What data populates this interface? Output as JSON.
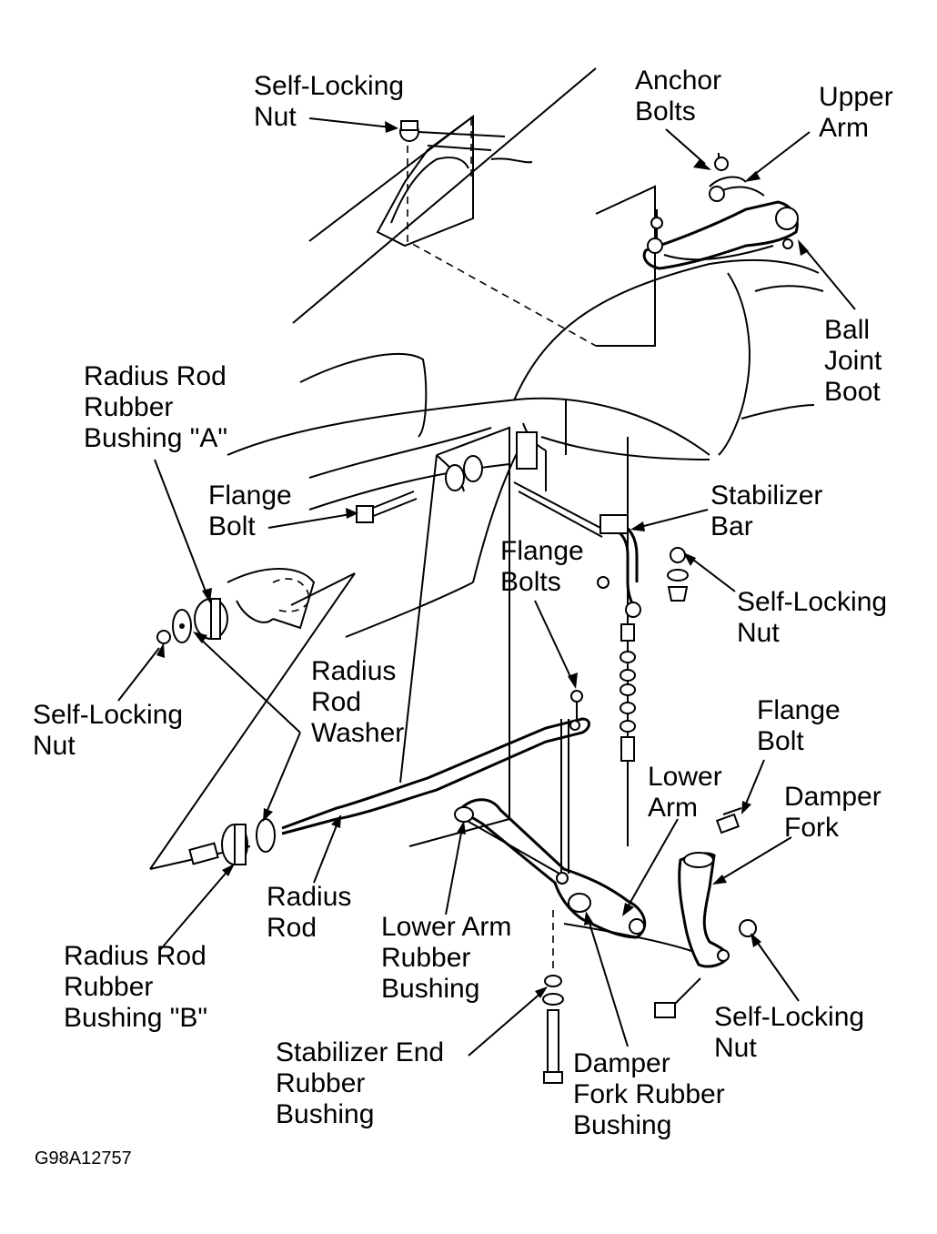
{
  "labels": {
    "self_locking_nut_top": [
      "Self-Locking",
      "Nut"
    ],
    "anchor_bolts": [
      "Anchor",
      "Bolts"
    ],
    "upper_arm": [
      "Upper",
      "Arm"
    ],
    "ball_joint_boot": [
      "Ball",
      "Joint",
      "Boot"
    ],
    "radius_rod_bushing_a": [
      "Radius Rod",
      "Rubber",
      "Bushing \"A\""
    ],
    "flange_bolt_upper": [
      "Flange",
      "Bolt"
    ],
    "stabilizer_bar": [
      "Stabilizer",
      "Bar"
    ],
    "flange_bolts": [
      "Flange",
      "Bolts"
    ],
    "self_locking_nut_right": [
      "Self-Locking",
      "Nut"
    ],
    "radius_rod_washer": [
      "Radius",
      "Rod",
      "Washer"
    ],
    "self_locking_nut_left": [
      "Self-Locking",
      "Nut"
    ],
    "flange_bolt_right": [
      "Flange",
      "Bolt"
    ],
    "lower_arm": [
      "Lower",
      "Arm"
    ],
    "damper_fork": [
      "Damper",
      "Fork"
    ],
    "radius_rod": [
      "Radius",
      "Rod"
    ],
    "lower_arm_rubber_bushing": [
      "Lower Arm",
      "Rubber",
      "Bushing"
    ],
    "radius_rod_bushing_b": [
      "Radius Rod",
      "Rubber",
      "Bushing \"B\""
    ],
    "self_locking_nut_bottom": [
      "Self-Locking",
      "Nut"
    ],
    "stabilizer_end_rubber_bushing": [
      "Stabilizer End",
      "Rubber",
      "Bushing"
    ],
    "damper_fork_rubber_bushing": [
      "Damper",
      "Fork Rubber",
      "Bushing"
    ]
  },
  "figure_id": "G98A12757"
}
